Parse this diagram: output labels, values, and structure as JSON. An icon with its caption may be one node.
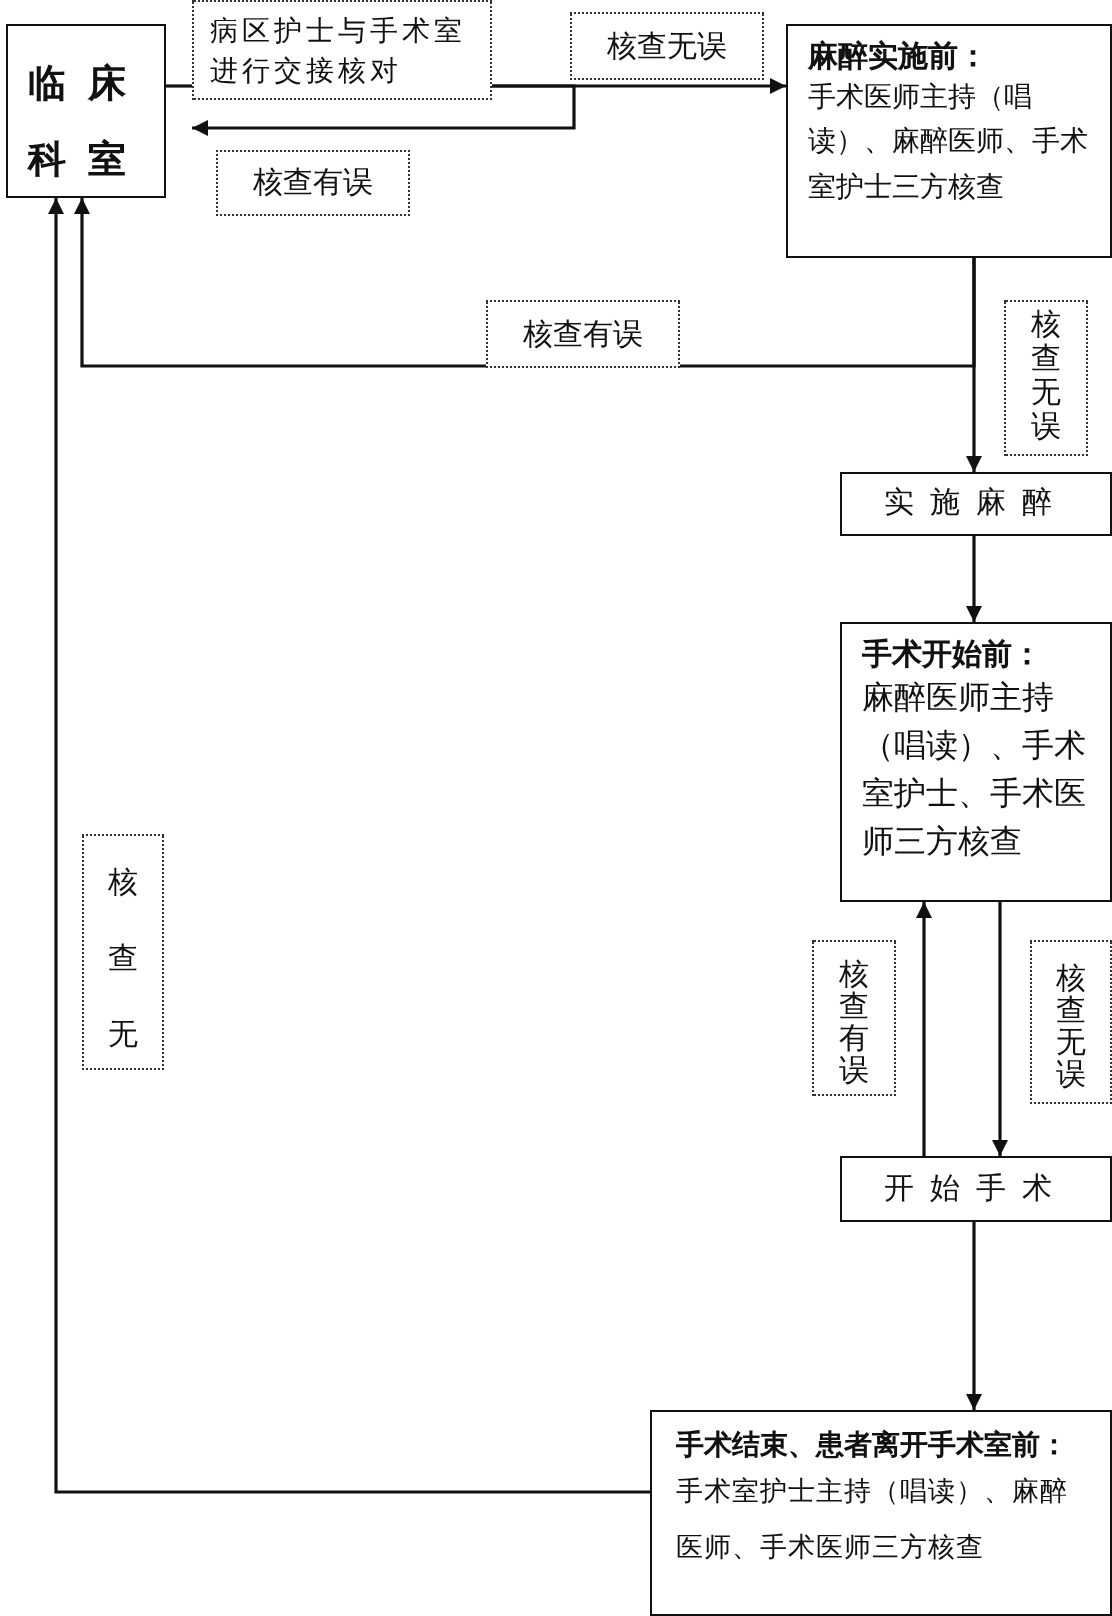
{
  "diagram": {
    "nodes": [
      {
        "text": [
          "临床科室"
        ]
      },
      {
        "text": [
          "病区护士与手术室进行交接核对"
        ]
      },
      {
        "text": [
          "麻醉实施前：",
          "手术医师主持（唱读）、麻醉医师、手术室护士三方核查"
        ]
      },
      {
        "text": [
          "实施麻醉"
        ]
      },
      {
        "text": [
          "手术开始前：",
          "麻醉医师主持（唱读）、手术室护士、手术医师三方核查"
        ]
      },
      {
        "text": [
          "开始手术"
        ]
      },
      {
        "text": [
          "手术结束、患者离开手术室前：",
          "手术室护士主持（唱读）、麻醉医师、手术医师三方核查"
        ]
      }
    ],
    "edges": [
      {
        "from": 0,
        "to": 1,
        "arrow": "none"
      },
      {
        "from": 1,
        "to": 2,
        "arrow": "to",
        "label": "核查无误"
      },
      {
        "from": 1,
        "to": 0,
        "arrow": "to",
        "label": "核查有误"
      },
      {
        "from": 2,
        "to": 3,
        "arrow": "to",
        "label": "核查无误"
      },
      {
        "from": 2,
        "to": 0,
        "arrow": "to",
        "label": "核查有误"
      },
      {
        "from": 3,
        "to": 4,
        "arrow": "to"
      },
      {
        "from": 5,
        "to": 4,
        "arrow": "to",
        "label": "核查有误"
      },
      {
        "from": 4,
        "to": 5,
        "arrow": "to",
        "label": "核查无误"
      },
      {
        "from": 5,
        "to": 6,
        "arrow": "to"
      },
      {
        "from": 6,
        "to": 0,
        "arrow": "to",
        "label": "核查无"
      }
    ]
  }
}
